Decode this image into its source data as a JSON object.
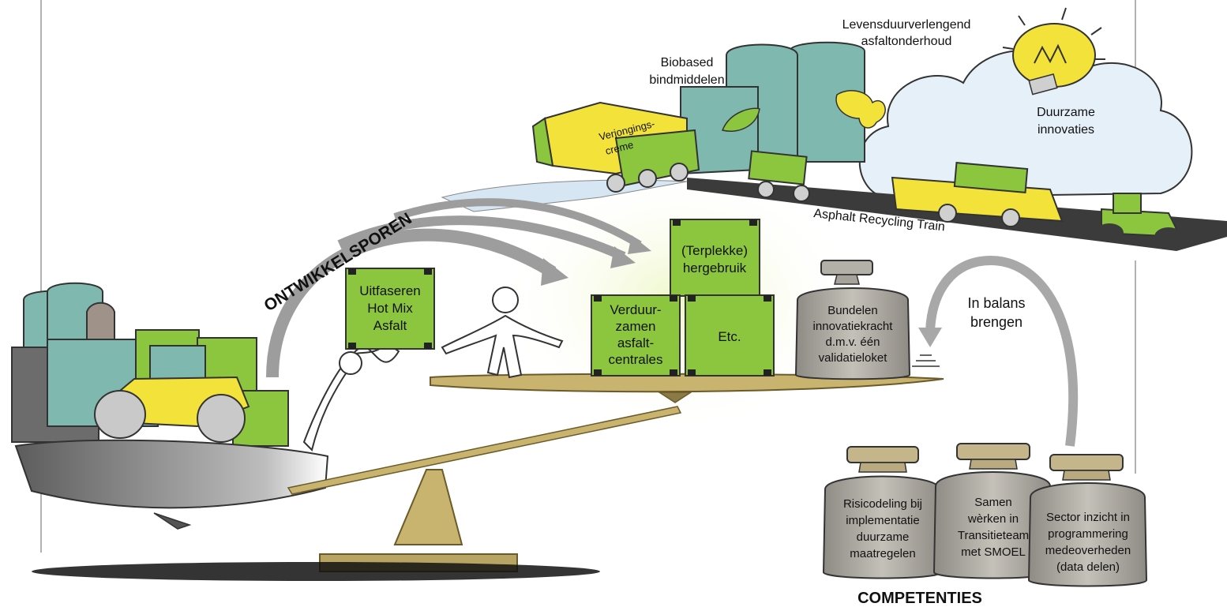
{
  "boxes": {
    "uitfaseren": [
      "Uitfaseren",
      "Hot Mix",
      "Asfalt"
    ],
    "terplekke": [
      "(Terplekke)",
      "hergebruik"
    ],
    "verduurzamen": [
      "Verduur-",
      "zamen",
      "asfalt-",
      "centrales"
    ],
    "etc": [
      "Etc."
    ]
  },
  "weights": {
    "bundelen": [
      "Bundelen",
      "innovatiekracht",
      "d.m.v. één",
      "validatieloket"
    ],
    "risicodeling": [
      "Risicodeling bij",
      "implementatie",
      "duurzame",
      "maatregelen"
    ],
    "samen": [
      "Samen",
      "wèrken in",
      "Transitieteam",
      "met SMOEL"
    ],
    "sector": [
      "Sector inzicht in",
      "programmering",
      "medeoverheden",
      "(data delen)"
    ]
  },
  "labels": {
    "ontwikkelsporen": "ONTWIKKELSPOREN",
    "competenties": "COMPETENTIES",
    "in_balans": [
      "In balans",
      "brengen"
    ],
    "biobased": [
      "Biobased",
      "bindmiddelen"
    ],
    "levensduur": [
      "Levensduurverlengend",
      "asfaltonderhoud"
    ],
    "duurzame": [
      "Duurzame",
      "innovaties"
    ],
    "asphalt_train": "Asphalt Recycling Train",
    "verjongings": [
      "Verjongings-",
      "creme"
    ]
  },
  "colors": {
    "green": "#8cc63f",
    "green_dark": "#5a8a1a",
    "teal": "#7fb8ae",
    "gray_arrow": "#9d9d9d",
    "weight": "#a6a39b",
    "beam": "#c9b46f",
    "yellow": "#f3e23a",
    "sky": "#e6f0f8"
  }
}
